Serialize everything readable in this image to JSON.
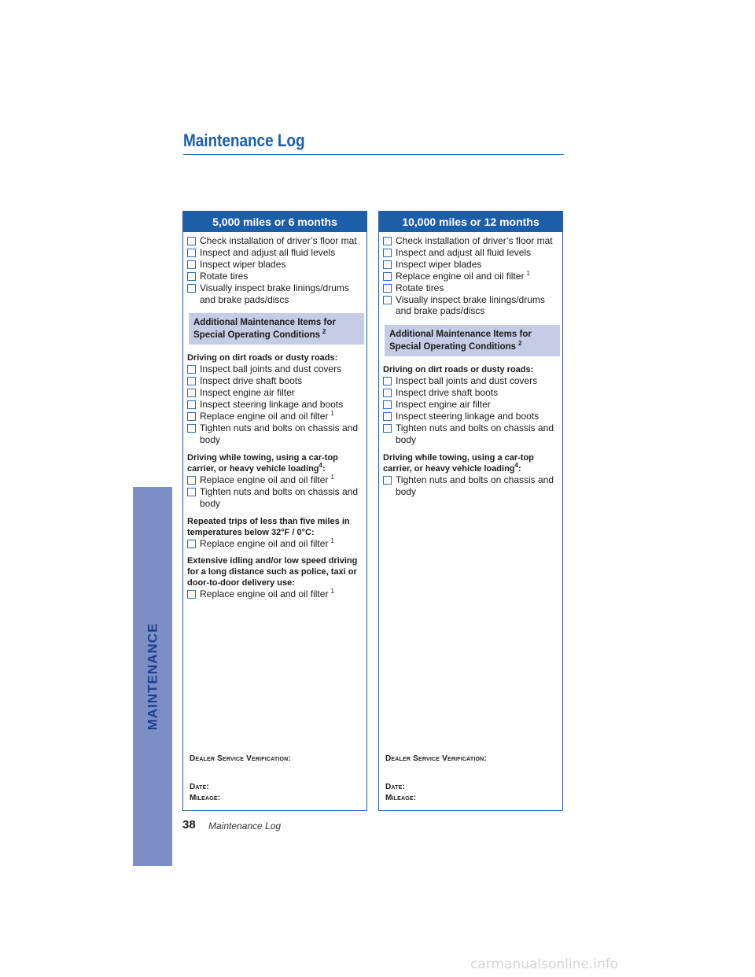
{
  "page": {
    "title": "Maintenance Log",
    "side_tab": "MAINTENANCE",
    "page_number": "38",
    "page_label": "Maintenance Log",
    "watermark": "carmanualsonline.info"
  },
  "colors": {
    "brand_blue": "#1d5ea8",
    "panel_light_blue": "#c5cde6",
    "side_tab_blue": "#7b8fc6"
  },
  "left": {
    "header": "5,000 miles or 6 months",
    "items": [
      {
        "text": "Check installation of driver’s floor mat",
        "sup": ""
      },
      {
        "text": "Inspect and adjust all fluid levels",
        "sup": ""
      },
      {
        "text": "Inspect wiper blades",
        "sup": ""
      },
      {
        "text": "Rotate tires",
        "sup": ""
      },
      {
        "text": "Visually inspect brake linings/drums and brake pads/discs",
        "sup": ""
      }
    ],
    "additional": {
      "line1": "Additional Maintenance Items for",
      "line2": "Special Operating Conditions",
      "sup": "2"
    },
    "conditions": [
      {
        "heading": "Driving on dirt roads or dusty roads:",
        "heading_sup": "",
        "heading_end": "",
        "items": [
          {
            "text": "Inspect ball joints and dust covers",
            "sup": ""
          },
          {
            "text": "Inspect drive shaft boots",
            "sup": ""
          },
          {
            "text": "Inspect engine air filter",
            "sup": ""
          },
          {
            "text": "Inspect steering linkage and boots",
            "sup": ""
          },
          {
            "text": "Replace engine oil and oil filter",
            "sup": "1"
          },
          {
            "text": "Tighten nuts and bolts on chassis and body",
            "sup": ""
          }
        ]
      },
      {
        "heading": "Driving while towing, using a car-top carrier, or heavy vehicle loading",
        "heading_sup": "4",
        "heading_end": ":",
        "items": [
          {
            "text": "Replace engine oil and oil filter",
            "sup": "1"
          },
          {
            "text": "Tighten nuts and bolts on chassis and body",
            "sup": ""
          }
        ]
      },
      {
        "heading": "Repeated trips of less than five miles in temperatures below 32°F / 0°C:",
        "heading_sup": "",
        "heading_end": "",
        "items": [
          {
            "text": "Replace engine oil and oil filter",
            "sup": "1"
          }
        ]
      },
      {
        "heading": "Extensive idling and/or low speed driving for a long distance such as police, taxi or door-to-door delivery use:",
        "heading_sup": "",
        "heading_end": "",
        "items": [
          {
            "text": "Replace engine oil and oil filter",
            "sup": "1"
          }
        ]
      }
    ],
    "footer": {
      "verification": "Dealer Service Verification:",
      "date": "Date:",
      "mileage": "Mileage:"
    }
  },
  "right": {
    "header": "10,000 miles or 12 months",
    "items": [
      {
        "text": "Check installation of driver’s floor mat",
        "sup": ""
      },
      {
        "text": "Inspect and adjust all fluid levels",
        "sup": ""
      },
      {
        "text": "Inspect wiper blades",
        "sup": ""
      },
      {
        "text": "Replace engine oil and oil filter",
        "sup": "1"
      },
      {
        "text": "Rotate tires",
        "sup": ""
      },
      {
        "text": "Visually inspect brake linings/drums and brake pads/discs",
        "sup": ""
      }
    ],
    "additional": {
      "line1": "Additional Maintenance Items for",
      "line2": "Special Operating Conditions",
      "sup": "2"
    },
    "conditions": [
      {
        "heading": "Driving on dirt roads or dusty roads:",
        "heading_sup": "",
        "heading_end": "",
        "items": [
          {
            "text": "Inspect ball joints and dust covers",
            "sup": ""
          },
          {
            "text": "Inspect drive shaft boots",
            "sup": ""
          },
          {
            "text": "Inspect engine air filter",
            "sup": ""
          },
          {
            "text": "Inspect steering linkage and boots",
            "sup": ""
          },
          {
            "text": "Tighten nuts and bolts on chassis and body",
            "sup": ""
          }
        ]
      },
      {
        "heading": "Driving while towing, using a car-top carrier, or heavy vehicle loading",
        "heading_sup": "4",
        "heading_end": ":",
        "items": [
          {
            "text": "Tighten nuts and bolts on chassis and body",
            "sup": ""
          }
        ]
      }
    ],
    "footer": {
      "verification": "Dealer Service Verification:",
      "date": "Date:",
      "mileage": "Mileage:"
    }
  }
}
